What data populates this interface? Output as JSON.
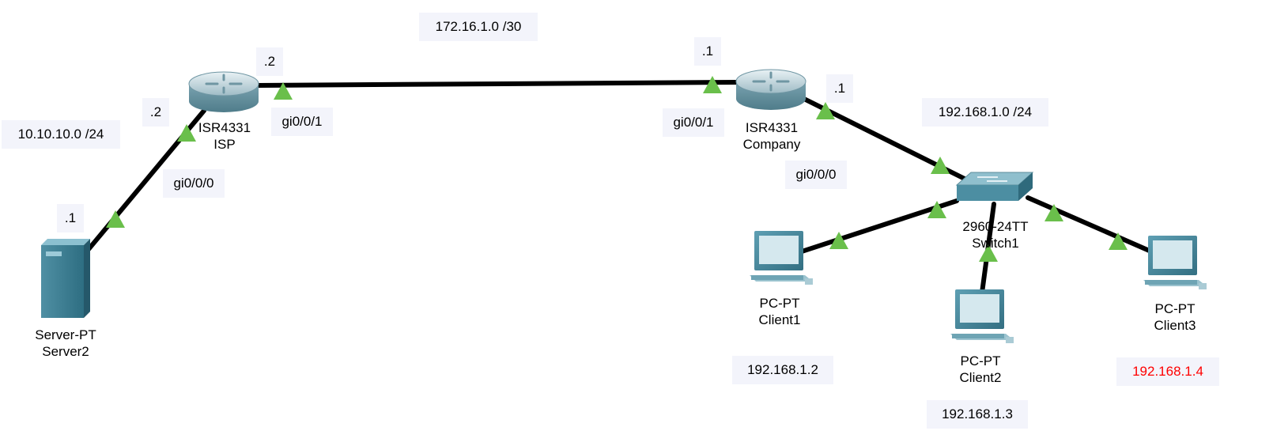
{
  "devices": {
    "isp": {
      "model": "ISR4331",
      "name": "ISP"
    },
    "company": {
      "model": "ISR4331",
      "name": "Company"
    },
    "switch1": {
      "model": "2960-24TT",
      "name": "Switch1"
    },
    "server2": {
      "model": "Server-PT",
      "name": "Server2"
    },
    "client1": {
      "model": "PC-PT",
      "name": "Client1"
    },
    "client2": {
      "model": "PC-PT",
      "name": "Client2"
    },
    "client3": {
      "model": "PC-PT",
      "name": "Client3"
    }
  },
  "notes": {
    "wan_network": "172.16.1.0 /30",
    "server_network": "10.10.10.0 /24",
    "lan_network": "192.168.1.0 /24",
    "isp_wan_host": ".2",
    "isp_lan_host": ".2",
    "server_host": ".1",
    "company_wan_host": ".1",
    "company_lan_host": ".1",
    "isp_wan_iface": "gi0/0/1",
    "isp_lan_iface": "gi0/0/0",
    "company_wan_iface": "gi0/0/1",
    "company_lan_iface": "gi0/0/0",
    "client1_ip": "192.168.1.2",
    "client2_ip": "192.168.1.3",
    "client3_ip": "192.168.1.4"
  },
  "colors": {
    "link": "#000000",
    "link_up": "#6abf4b",
    "note_bg": "#f3f4fb",
    "highlight": "#ff0000"
  }
}
